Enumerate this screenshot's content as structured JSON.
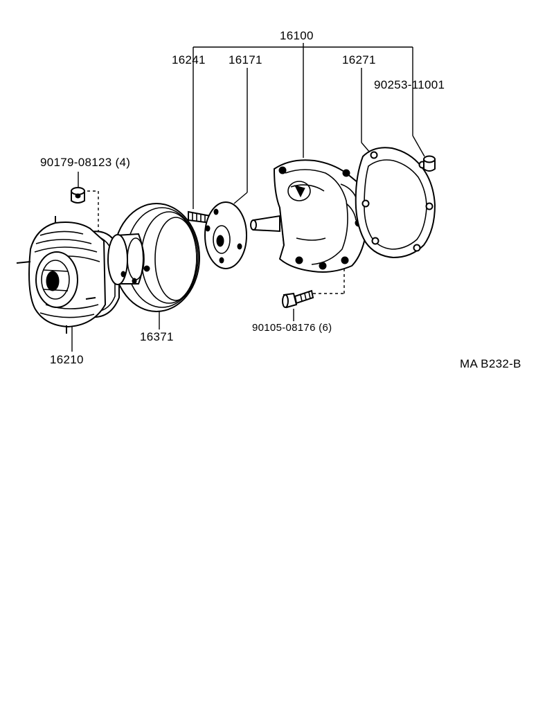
{
  "labels": {
    "water_pump_assy": "16100",
    "stud": "16241",
    "fan_pulley_seat": "16171",
    "gasket": "16271",
    "dowel_pin": "90253-11001",
    "nut": "90179-08123 (4)",
    "fluid_coupling": "16210",
    "pulley": "16371",
    "bolt": "90105-08176 (6)",
    "diagram_code": "MA B232-B"
  }
}
